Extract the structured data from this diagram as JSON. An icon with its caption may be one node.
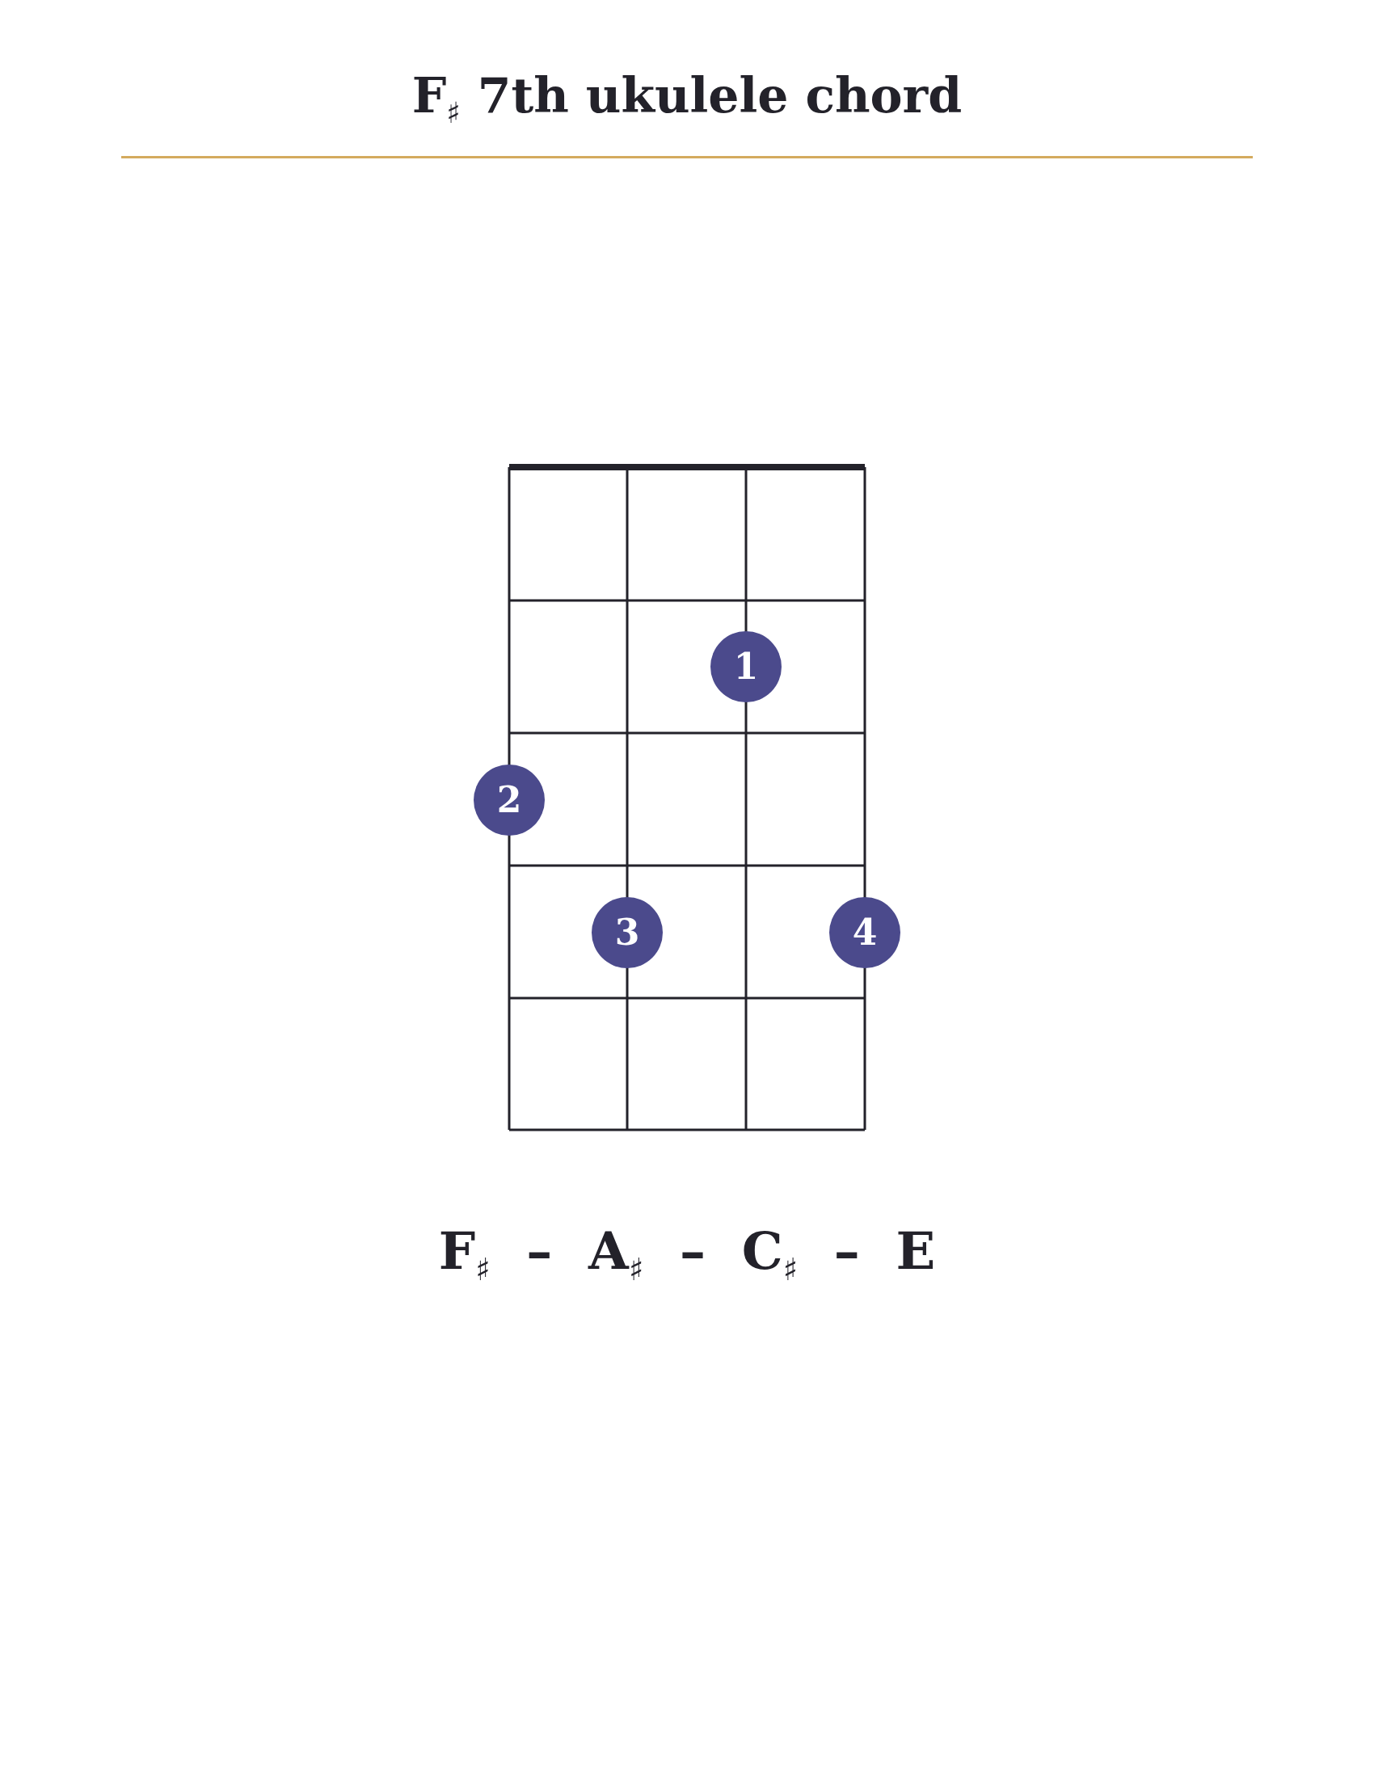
{
  "diagram": {
    "title": "F$_{♯}$ 7th ukulele chord",
    "nodes": [
      {
        "text": [
          "1"
        ]
      },
      {
        "text": [
          "2"
        ]
      },
      {
        "text": [
          "3"
        ]
      },
      {
        "text": [
          "4"
        ]
      }
    ],
    "labels": [
      "F$_{♯}$ – A$_{♯}$ – C$_{♯}$ – E"
    ]
  }
}
